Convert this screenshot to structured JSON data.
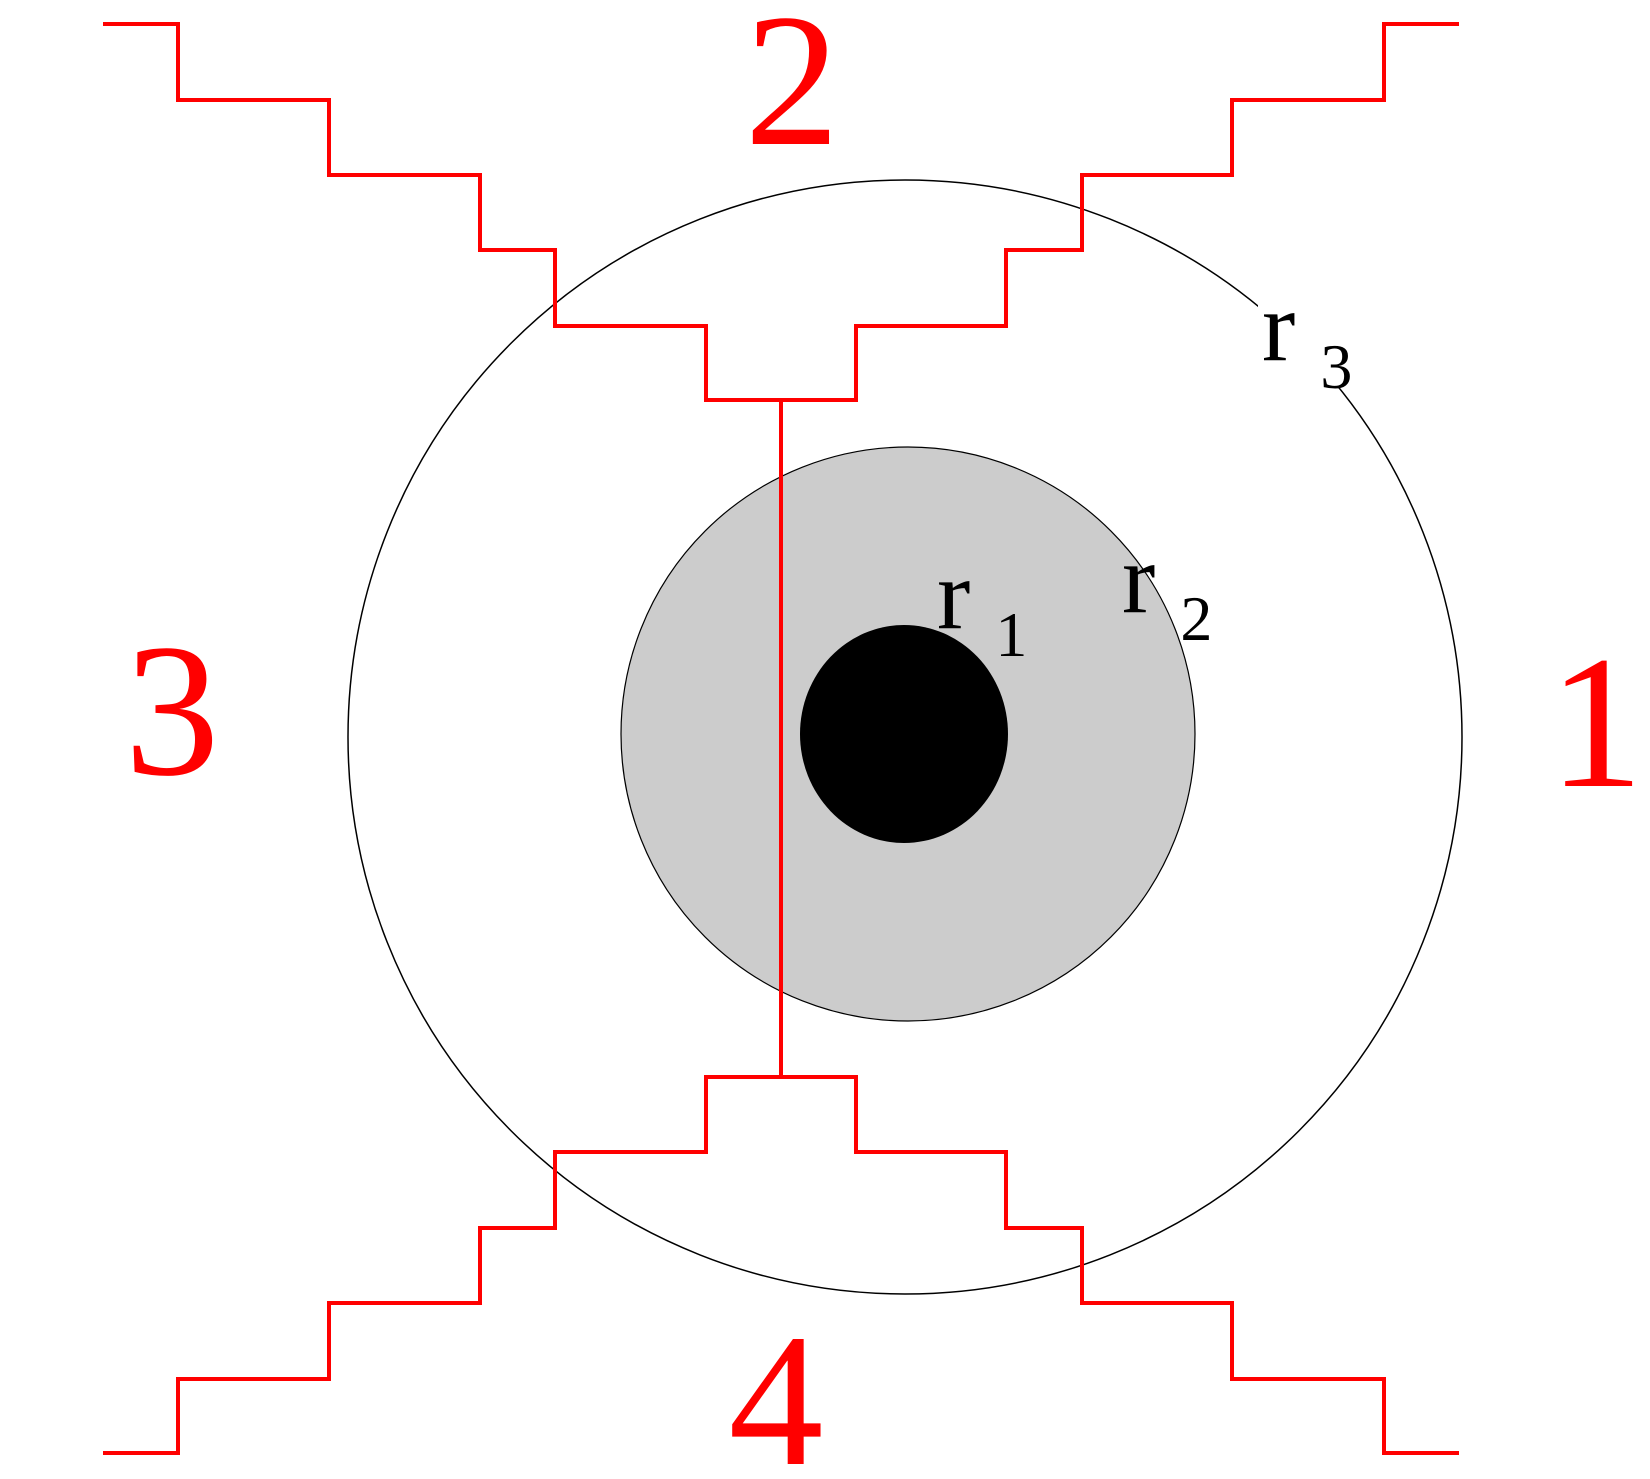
{
  "colors": {
    "boundary": "#ff0000",
    "core": "#000000",
    "middle_ring": "#cccccc",
    "outer_circle_stroke": "#000000",
    "background": "#ffffff"
  },
  "regions": {
    "region_1": "1",
    "region_2": "2",
    "region_3": "3",
    "region_4": "4"
  },
  "radii": {
    "r1": {
      "symbol": "r",
      "subscript": "1"
    },
    "r2": {
      "symbol": "r",
      "subscript": "2"
    },
    "r3": {
      "symbol": "r",
      "subscript": "3"
    }
  }
}
